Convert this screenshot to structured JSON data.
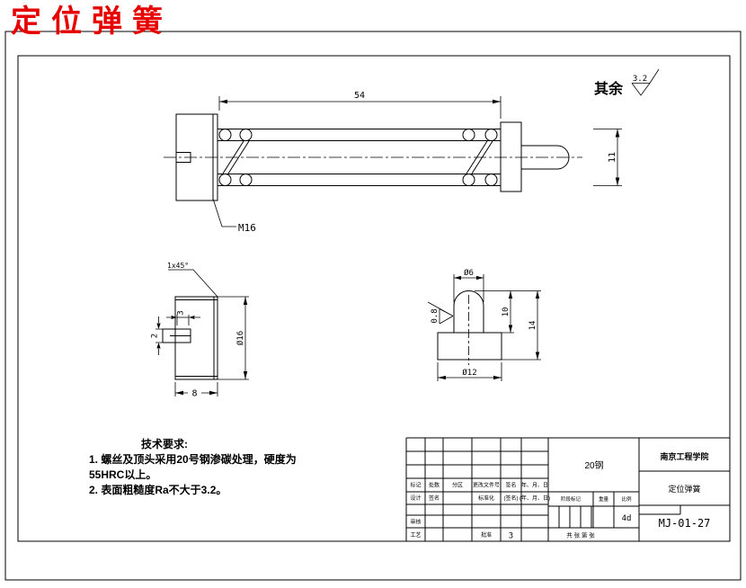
{
  "title": {
    "text": "定位弹簧",
    "color": "#e60000"
  },
  "surface_note": {
    "label": "其余",
    "roughness": "3.2"
  },
  "main_view": {
    "length_dim": "54",
    "diameter_dim": "11",
    "thread_label": "M16"
  },
  "detail_head": {
    "chamfer": "1x45°",
    "slot_depth": "3",
    "slot_width": "2",
    "diameter": "Ø16",
    "length": "8"
  },
  "detail_pin": {
    "tip_diameter": "Ø6",
    "pin_height": "10",
    "total_height": "14",
    "base_diameter": "Ø12",
    "roughness": "0.8"
  },
  "tech_requirements": {
    "heading": "技术要求:",
    "line1": "1. 螺丝及顶头采用20号钢渗碳处理，硬度为",
    "line2": "55HRC以上。",
    "line3": "2. 表面粗糙度Ra不大于3.2。"
  },
  "title_block": {
    "change_row": [
      "标记",
      "处数",
      "分区",
      "更改文件号",
      "签名",
      "年、月、日"
    ],
    "design_row": [
      "设计",
      "签名",
      "标准化",
      "(签名)",
      "(年、月、日)"
    ],
    "check_label": "审核",
    "process_label": "工艺",
    "approve_label": "批准",
    "approve_value": "3",
    "stage_row": [
      "阶段标记",
      "重量",
      "比例"
    ],
    "scale_value": "4d",
    "sheet_note": "共 张  第 张",
    "material": "20钢",
    "school": "南京工程学院",
    "part_name": "定位弹簧",
    "drawing_no": "MJ-01-27"
  }
}
